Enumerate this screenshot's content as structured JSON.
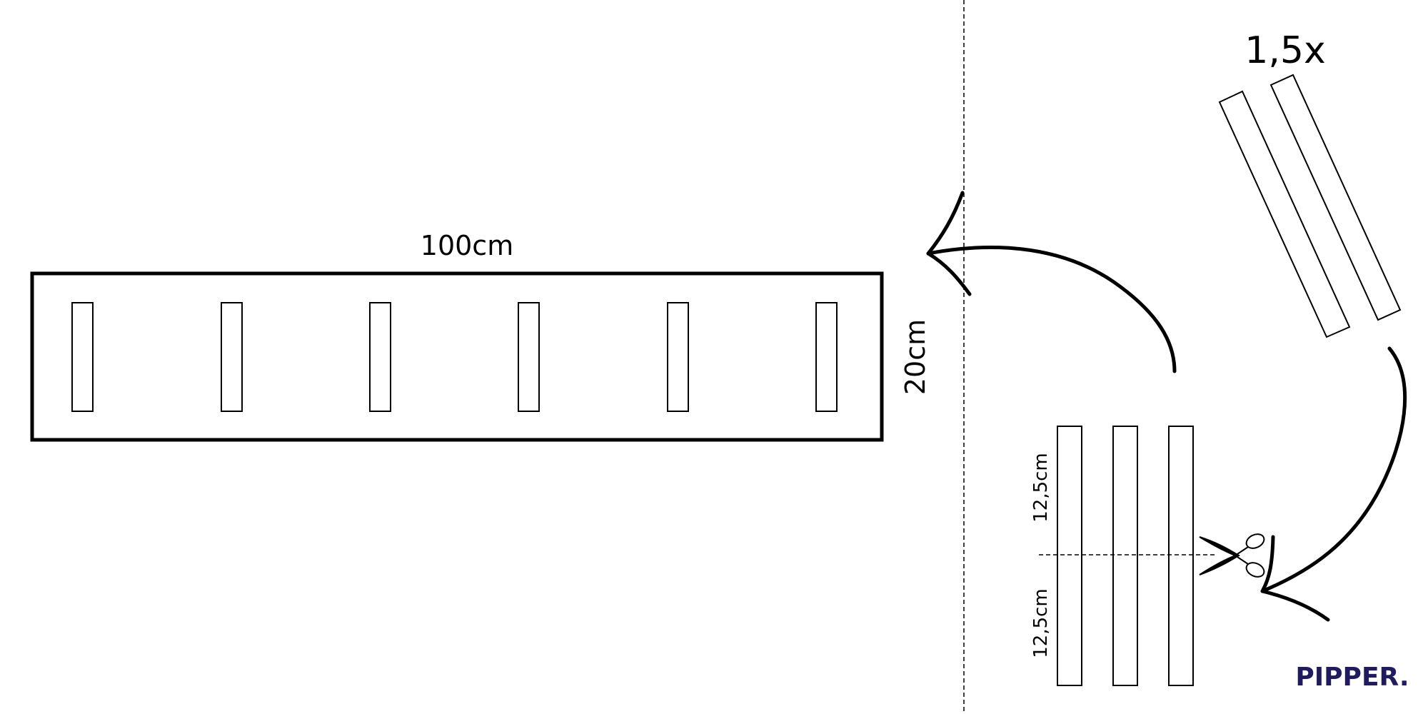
{
  "labels": {
    "width": "100cm",
    "height": "20cm",
    "multiplier": "1,5x",
    "segment_top": "12,5cm",
    "segment_bottom": "12,5cm"
  },
  "brand": {
    "name": "PIPPER.",
    "color": "#1f1b5c"
  },
  "colors": {
    "stroke": "#000000",
    "background": "#ffffff"
  }
}
